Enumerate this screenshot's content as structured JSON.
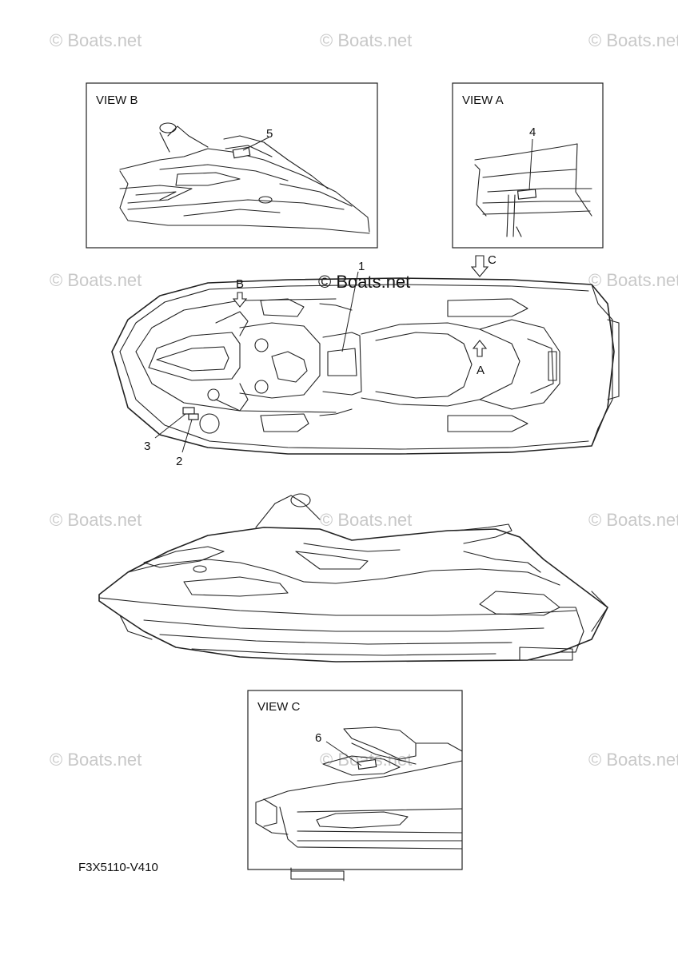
{
  "watermarks": {
    "text": "© Boats.net",
    "center_text": "© Boats.net"
  },
  "views": {
    "view_b": "VIEW B",
    "view_a": "VIEW A",
    "view_c": "VIEW C"
  },
  "arrows": {
    "a": "A",
    "b": "B",
    "c": "C"
  },
  "callouts": [
    "1",
    "2",
    "3",
    "4",
    "5",
    "6"
  ],
  "part_code": "F3X5110-V410"
}
